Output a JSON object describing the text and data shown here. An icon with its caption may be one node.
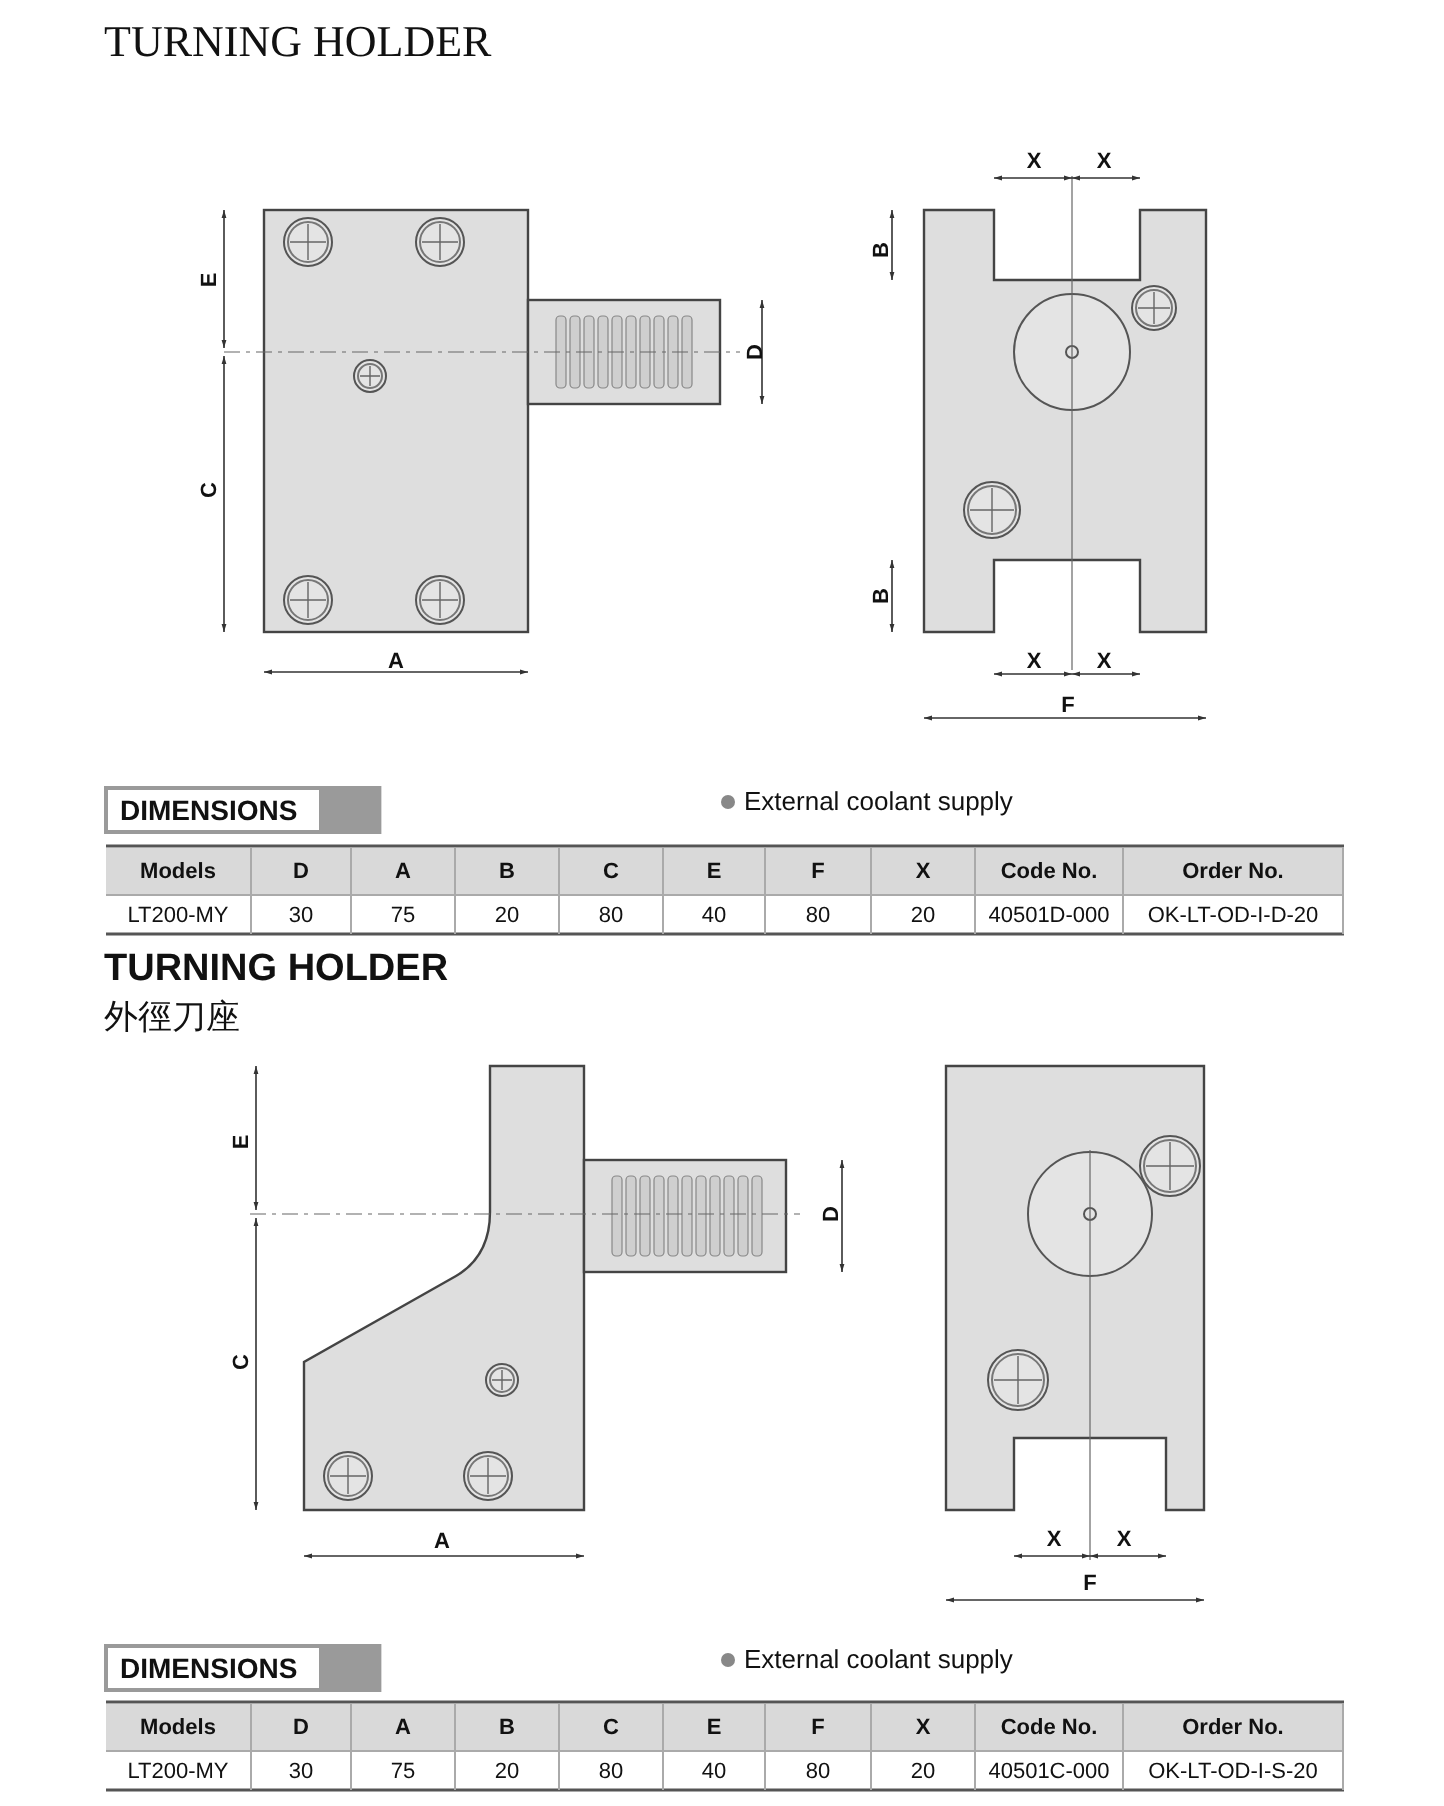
{
  "diagram": {
    "title": "TURNING HOLDER",
    "labels": [
      "X",
      "X",
      "B",
      "E",
      "D",
      "C",
      "B",
      "A",
      "X",
      "X",
      "F",
      "DIMENSIONS",
      "External coolant supply",
      "Models",
      "D",
      "A",
      "B",
      "C",
      "E",
      "F",
      "X",
      "Code No.",
      "Order No.",
      "LT200-MY",
      "30",
      "75",
      "20",
      "80",
      "40",
      "80",
      "20",
      "40501D-000",
      "OK-LT-OD-I-D-20",
      "TURNING HOLDER",
      "外徑刀座",
      "E",
      "D",
      "C",
      "A",
      "X",
      "X",
      "F",
      "DIMENSIONS",
      "External coolant supply",
      "Models",
      "D",
      "A",
      "B",
      "C",
      "E",
      "F",
      "X",
      "Code No.",
      "Order No.",
      "LT200-MY",
      "30",
      "75",
      "20",
      "80",
      "40",
      "80",
      "20",
      "40501C-000",
      "OK-LT-OD-I-S-20"
    ]
  }
}
